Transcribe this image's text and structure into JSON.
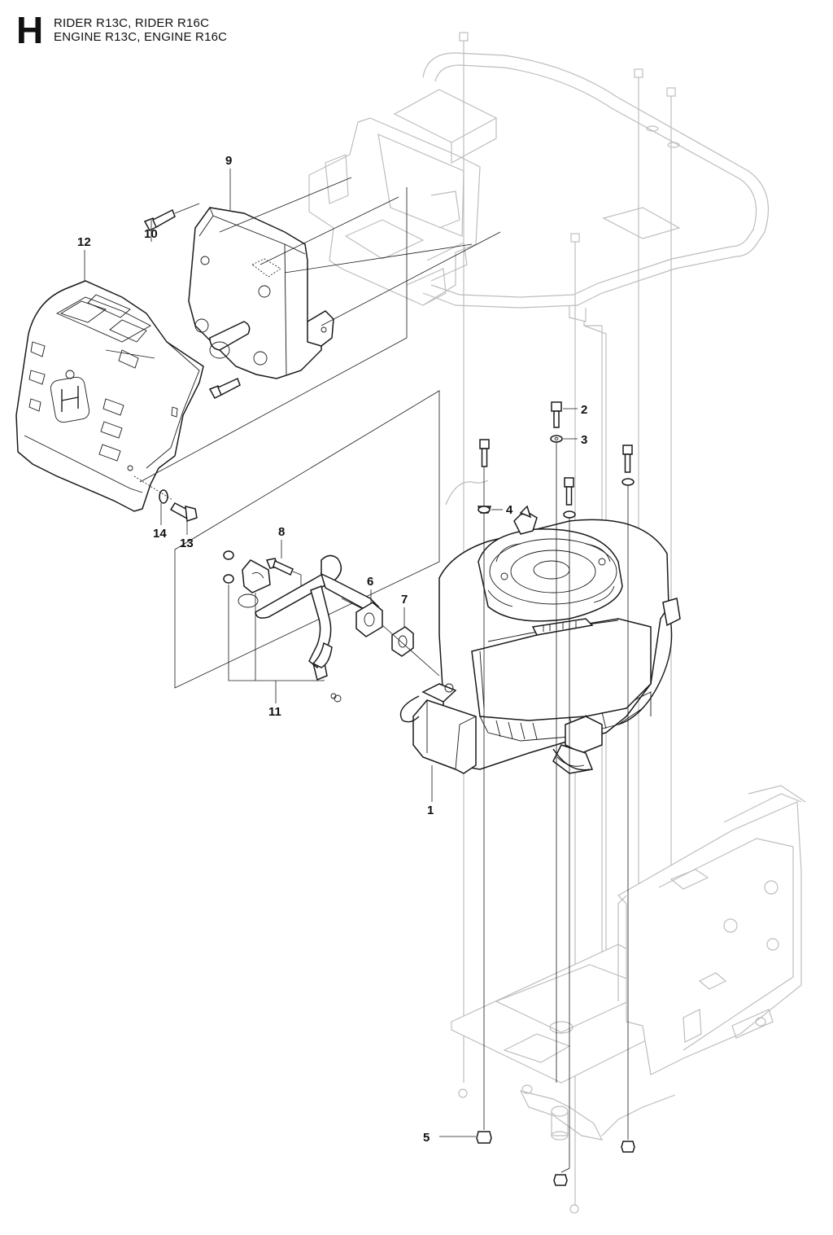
{
  "header": {
    "section_letter": "H",
    "line1": "RIDER R13C, RIDER R16C",
    "line2": "ENGINE R13C, ENGINE R16C"
  },
  "callouts": [
    "1",
    "2",
    "3",
    "4",
    "5",
    "6",
    "7",
    "8",
    "9",
    "10",
    "11",
    "12",
    "13",
    "14"
  ]
}
